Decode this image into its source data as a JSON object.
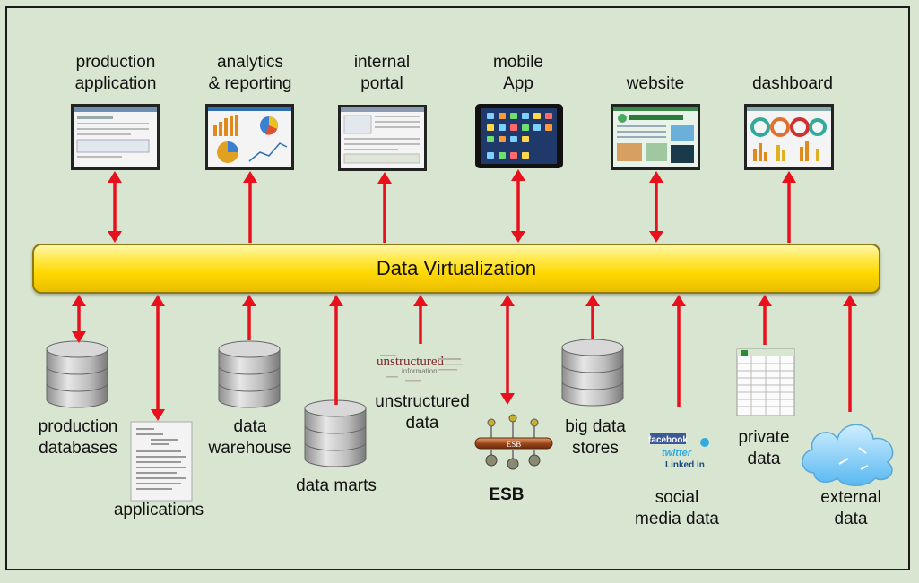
{
  "bus": {
    "label": "Data Virtualization",
    "color": "#ffd800"
  },
  "arrow_color": "#e8101c",
  "consumers": [
    {
      "id": "production-application",
      "label": "production\napplication",
      "icon": "screen-form-icon"
    },
    {
      "id": "analytics-reporting",
      "label": "analytics\n& reporting",
      "icon": "screen-charts-icon"
    },
    {
      "id": "internal-portal",
      "label": "internal\nportal",
      "icon": "screen-portal-icon"
    },
    {
      "id": "mobile-app",
      "label": "mobile\nApp",
      "icon": "tablet-icon"
    },
    {
      "id": "website",
      "label": "website",
      "icon": "screen-website-icon"
    },
    {
      "id": "dashboard",
      "label": "dashboard",
      "icon": "screen-dashboard-icon"
    }
  ],
  "sources": [
    {
      "id": "production-databases",
      "label": "production\ndatabases",
      "icon": "database-icon"
    },
    {
      "id": "applications",
      "label": "applications",
      "icon": "document-icon"
    },
    {
      "id": "data-warehouse",
      "label": "data\nwarehouse",
      "icon": "database-icon"
    },
    {
      "id": "data-marts",
      "label": "data marts",
      "icon": "database-icon"
    },
    {
      "id": "unstructured-data",
      "label": "unstructured\ndata",
      "icon": "word-cloud-icon",
      "icon_text": "unstructured",
      "icon_subtext": "information"
    },
    {
      "id": "esb",
      "label": "ESB",
      "icon": "esb-icon",
      "icon_text": "ESB"
    },
    {
      "id": "big-data-stores",
      "label": "big data\nstores",
      "icon": "database-icon"
    },
    {
      "id": "social-media-data",
      "label": "social\nmedia data",
      "icon": "social-logos-icon",
      "icon_lines": [
        "facebook",
        "twitter",
        "Linked in"
      ]
    },
    {
      "id": "private-data",
      "label": "private\ndata",
      "icon": "spreadsheet-icon"
    },
    {
      "id": "external-data",
      "label": "external\ndata",
      "icon": "cloud-icon"
    }
  ]
}
